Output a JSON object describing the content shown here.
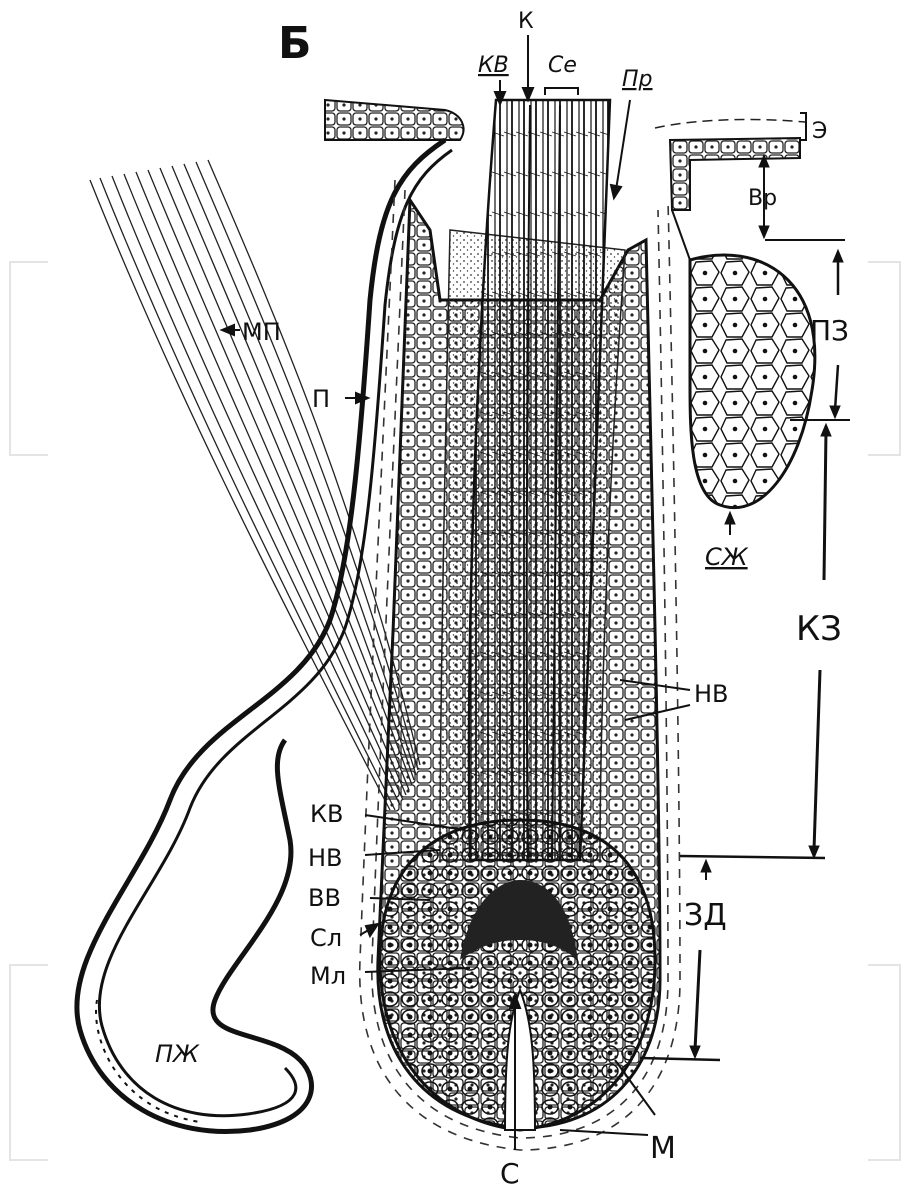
{
  "figure": {
    "panel_letter": "Б",
    "labels": {
      "kv_top": "КВ",
      "k_top": "К",
      "se": "Се",
      "pr": "Пр",
      "e": "Э",
      "vr": "Вр",
      "pz": "ПЗ",
      "szh": "СЖ",
      "kz": "КЗ",
      "nv_right": "НВ",
      "zd": "ЗД",
      "mp": "МП",
      "p": "П",
      "kv_left": "КВ",
      "nv_left": "НВ",
      "vv": "ВВ",
      "sl": "Сл",
      "ml": "Мл",
      "pzh": "ПЖ",
      "s": "С",
      "m": "М"
    }
  }
}
